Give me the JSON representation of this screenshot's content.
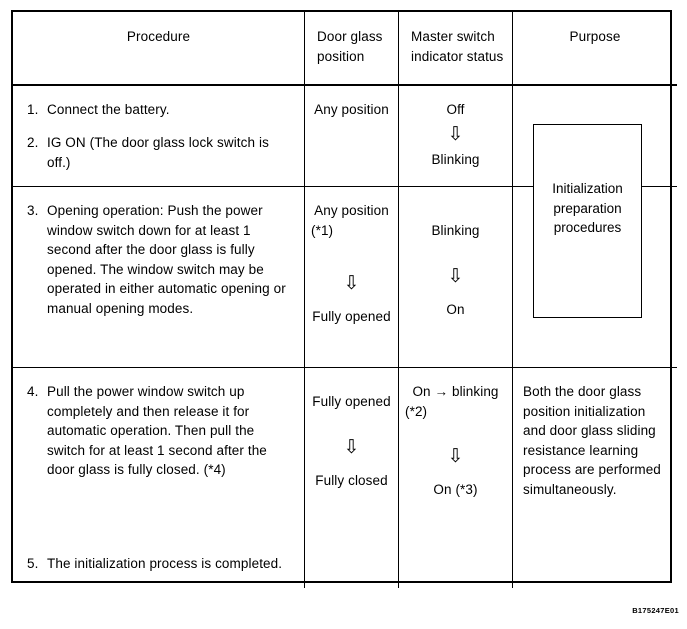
{
  "table": {
    "columns": [
      {
        "key": "procedure",
        "header": "Procedure"
      },
      {
        "key": "door_glass_position",
        "header_line1": "Door glass",
        "header_line2": "position"
      },
      {
        "key": "master_switch_indicator_status",
        "header_line1": "Master switch",
        "header_line2": "indicator status"
      },
      {
        "key": "purpose",
        "header": "Purpose"
      }
    ],
    "rows": [
      {
        "id": "row-1",
        "steps": [
          {
            "num": "1.",
            "text": "Connect the battery."
          },
          {
            "num": "2.",
            "text": "IG ON (The door glass lock switch is off.)"
          }
        ],
        "door_glass_position": {
          "first": "Any position"
        },
        "master_switch_indicator_status": {
          "first": "Off",
          "arrow": "⇩",
          "second": "Blinking"
        },
        "purpose": ""
      },
      {
        "id": "row-3",
        "steps": [
          {
            "num": "3.",
            "text": "Opening operation: Push the power window switch down for at least 1 second after the door glass is fully opened. The window switch may be operated in either automatic opening or manual opening modes."
          }
        ],
        "door_glass_position": {
          "first": "Any position",
          "note": "(*1)",
          "arrow": "⇩",
          "second": "Fully opened"
        },
        "master_switch_indicator_status": {
          "first": "Blinking",
          "arrow": "⇩",
          "second": "On"
        },
        "purpose": ""
      },
      {
        "id": "row-4",
        "steps": [
          {
            "num": "4.",
            "text": "Pull the power window switch up completely and then release it for automatic operation. Then pull the switch for at least 1 second after the door glass is fully closed. (*4)"
          },
          {
            "num": "5.",
            "text": "The initialization process is completed."
          }
        ],
        "door_glass_position": {
          "first": "Fully opened",
          "arrow": "⇩",
          "second": "Fully closed"
        },
        "master_switch_indicator_status": {
          "first": "On → blinking",
          "note": "(*2)",
          "arrow": "⇩",
          "second": "On (*3)"
        },
        "purpose": "Both the door glass position initialization and door glass sliding resistance learning process are performed simultaneously."
      }
    ]
  },
  "callout": {
    "text": "Initialization preparation procedures"
  },
  "figure_code": "B175247E01"
}
